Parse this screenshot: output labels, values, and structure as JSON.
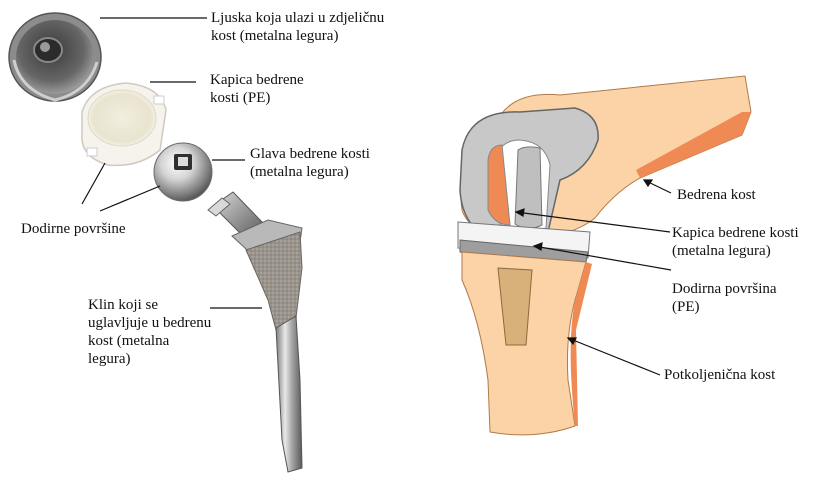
{
  "hip": {
    "labels": {
      "cup": "Ljuska koja ulazi u zdjeličnu\nkost (metalna legura)",
      "liner": "Kapica bedrene\nkosti (PE)",
      "head": "Glava bedrene kosti\n(metalna legura)",
      "surfaces": "Dodirne površine",
      "stem": "Klin koji se\nuglavljuje u bedrenu\nkost (metalna\nlegura)"
    }
  },
  "knee": {
    "labels": {
      "femur": "Bedrena kost",
      "femoral_cap": "Kapica bedrene kosti\n(metalna legura)",
      "surface": "Dodirna površina\n(PE)",
      "tibia": "Potkoljenična kost"
    }
  }
}
